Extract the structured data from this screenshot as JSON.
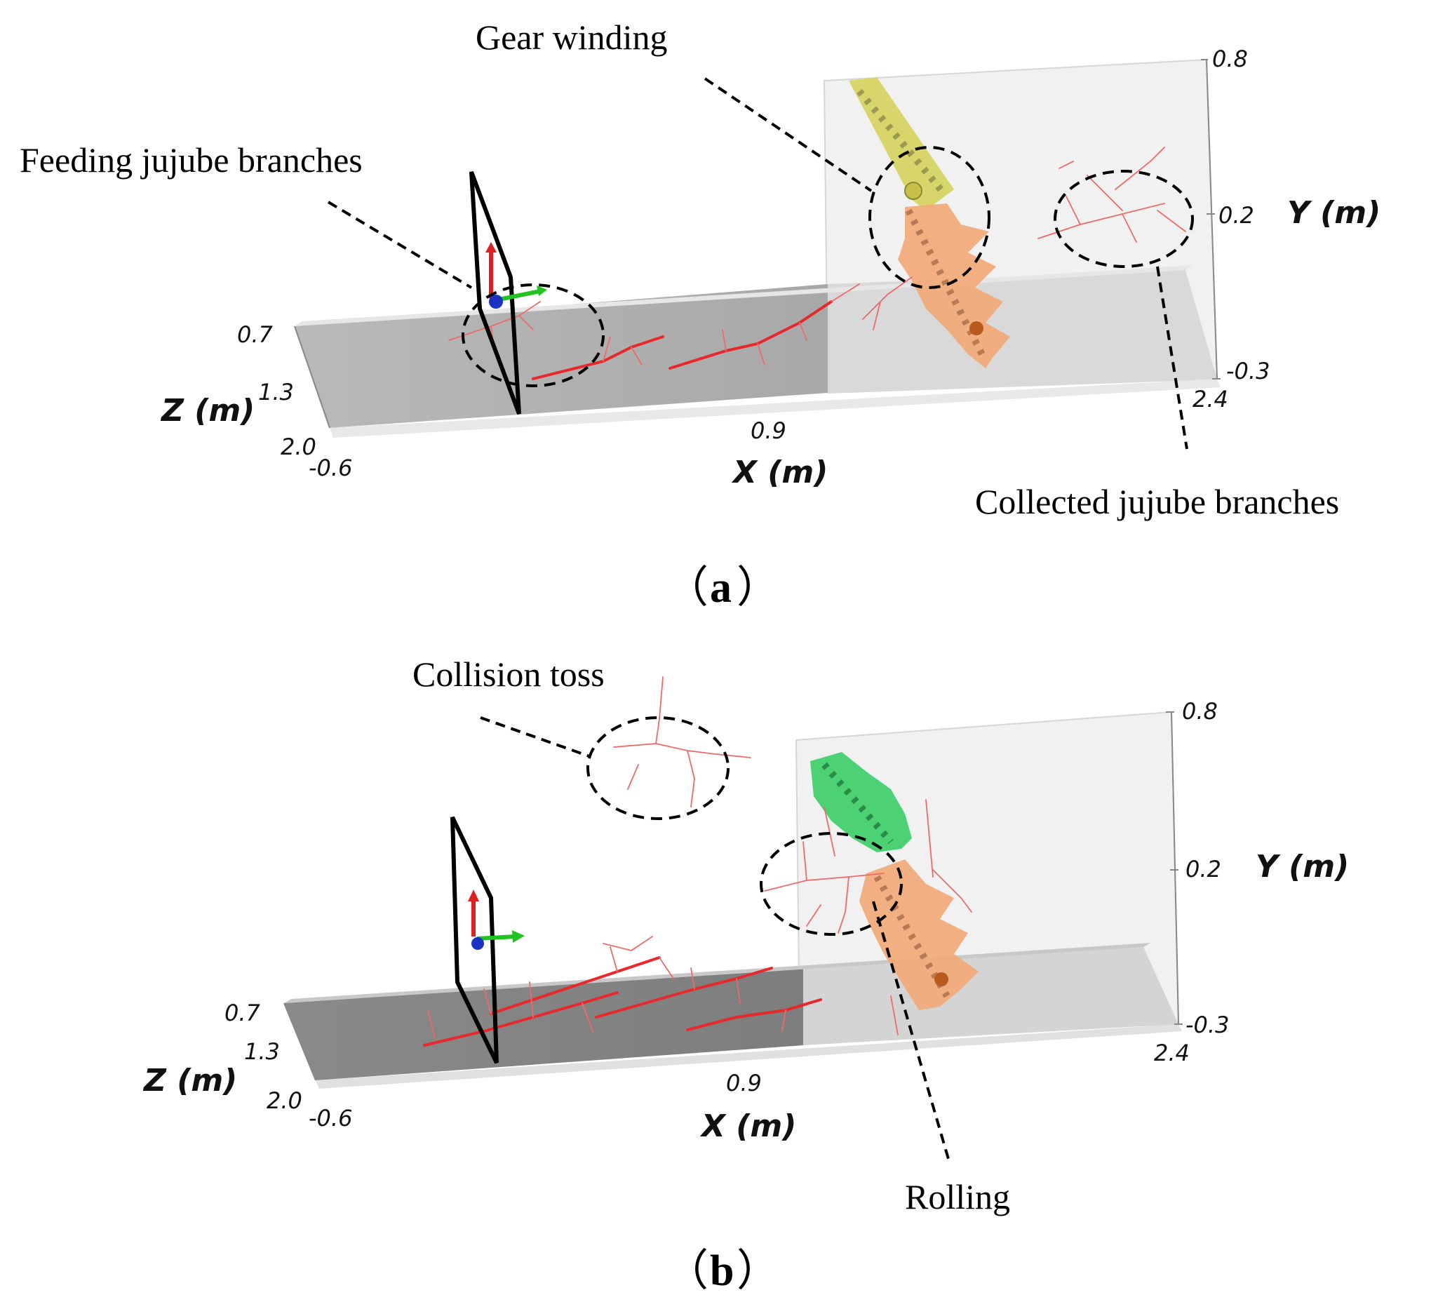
{
  "panel_a": {
    "caption_open": "（",
    "caption_letter": "a",
    "caption_close": "）",
    "labels": {
      "gear_winding": "Gear winding",
      "feeding": "Feeding jujube branches",
      "collected": "Collected jujube branches"
    },
    "axes": {
      "y_top": "0.8",
      "y_mid": "0.2",
      "y_bottom": "-0.3",
      "y_label": "Y (m)",
      "z_top": "0.7",
      "z_mid": "1.3",
      "z_bottom": "2.0",
      "z_label": "Z (m)",
      "x_left": "-0.6",
      "x_mid": "0.9",
      "x_right": "2.4",
      "x_label": "X (m)"
    }
  },
  "panel_b": {
    "caption_open": "（",
    "caption_letter": "b",
    "caption_close": "）",
    "labels": {
      "collision": "Collision toss",
      "rolling": "Rolling"
    },
    "axes": {
      "y_top": "0.8",
      "y_mid": "0.2",
      "y_bottom": "-0.3",
      "y_label": "Y (m)",
      "z_top": "0.7",
      "z_mid": "1.3",
      "z_bottom": "2.0",
      "z_label": "Z (m)",
      "x_left": "-0.6",
      "x_mid": "0.9",
      "x_right": "2.4",
      "x_label": "X (m)"
    }
  },
  "colors": {
    "branch": "#e8282b",
    "roller_orange": "#f2a977",
    "roller_yellow": "#d8d66a",
    "roller_green": "#3fce6a",
    "floor_dark": "#8e8e8e",
    "floor_light": "#d4d4d4"
  }
}
